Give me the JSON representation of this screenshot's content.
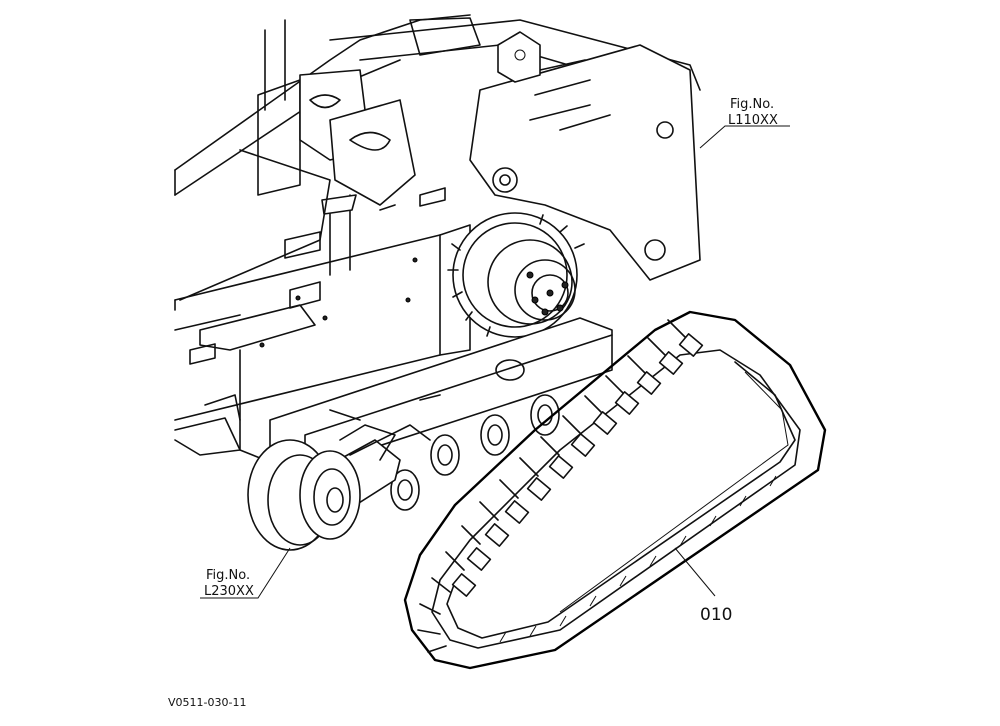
{
  "callouts": {
    "frame_ref": {
      "line1": "Fig.No.",
      "line2": "L110XX"
    },
    "roller_ref": {
      "line1": "Fig.No.",
      "line2": "L230XX"
    },
    "track_part": "010"
  },
  "drawing_code": "V0511-030-11"
}
